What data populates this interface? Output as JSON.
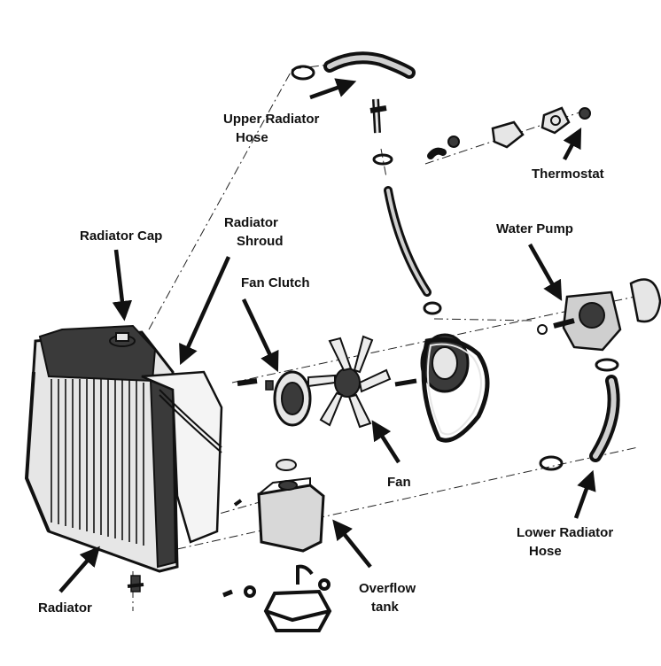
{
  "labels": {
    "upper_radiator_hose": {
      "line1": "Upper Radiator",
      "line2": "Hose"
    },
    "thermostat": "Thermostat",
    "radiator_cap": "Radiator Cap",
    "radiator_shroud": {
      "line1": "Radiator",
      "line2": "Shroud"
    },
    "water_pump": "Water Pump",
    "fan_clutch": "Fan Clutch",
    "fan": "Fan",
    "lower_radiator_hose": {
      "line1": "Lower Radiator",
      "line2": "Hose"
    },
    "overflow_tank": {
      "line1": "Overflow",
      "line2": "tank"
    },
    "radiator": "Radiator"
  },
  "colors": {
    "ink": "#111111",
    "background": "#ffffff",
    "part_fill": "#e6e6e6",
    "part_dark": "#3a3a3a"
  }
}
